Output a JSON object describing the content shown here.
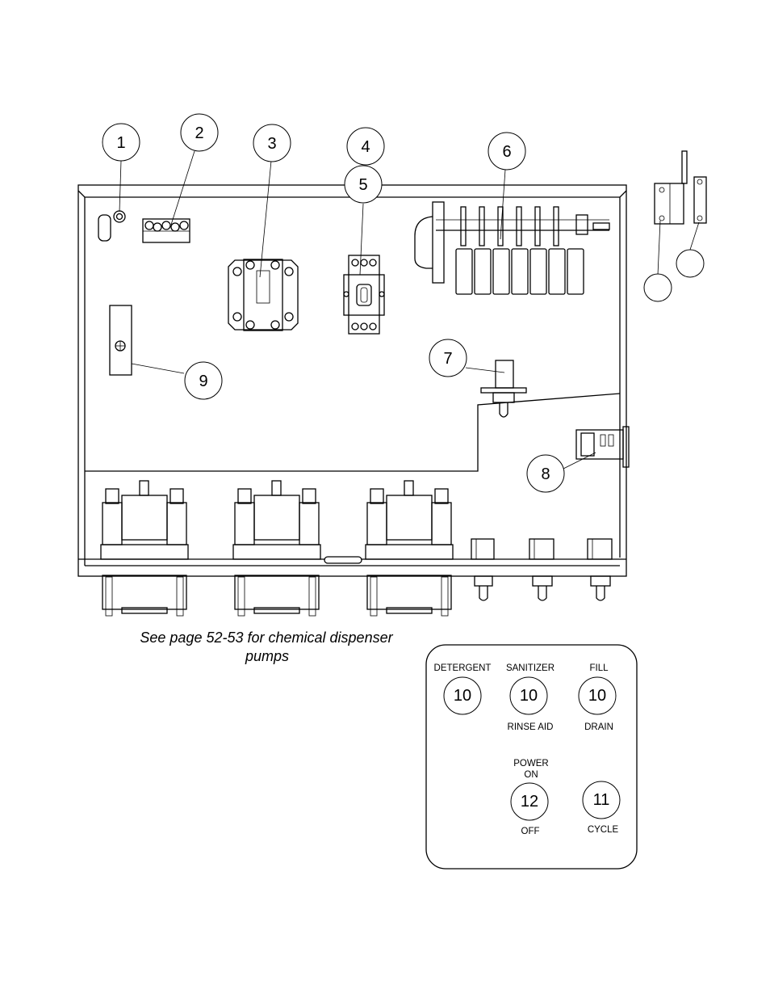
{
  "callouts": {
    "c1": "1",
    "c2": "2",
    "c3": "3",
    "c4": "4",
    "c5": "5",
    "c6": "6",
    "c7": "7",
    "c8": "8",
    "c9": "9"
  },
  "note": {
    "line1": "See page 52-53 for chemical dispenser",
    "line2": "pumps"
  },
  "switch_panel": {
    "detergent": {
      "label": "DETERGENT",
      "num": "10"
    },
    "sanitizer": {
      "label_top": "SANITIZER",
      "num": "10",
      "label_bottom": "RINSE AID"
    },
    "fill": {
      "label_top": "FILL",
      "num": "10",
      "label_bottom": "DRAIN"
    },
    "power": {
      "label_top_1": "POWER",
      "label_top_2": "ON",
      "num": "12",
      "label_bottom": "OFF"
    },
    "cycle": {
      "num": "11",
      "label_bottom": "CYCLE"
    }
  }
}
